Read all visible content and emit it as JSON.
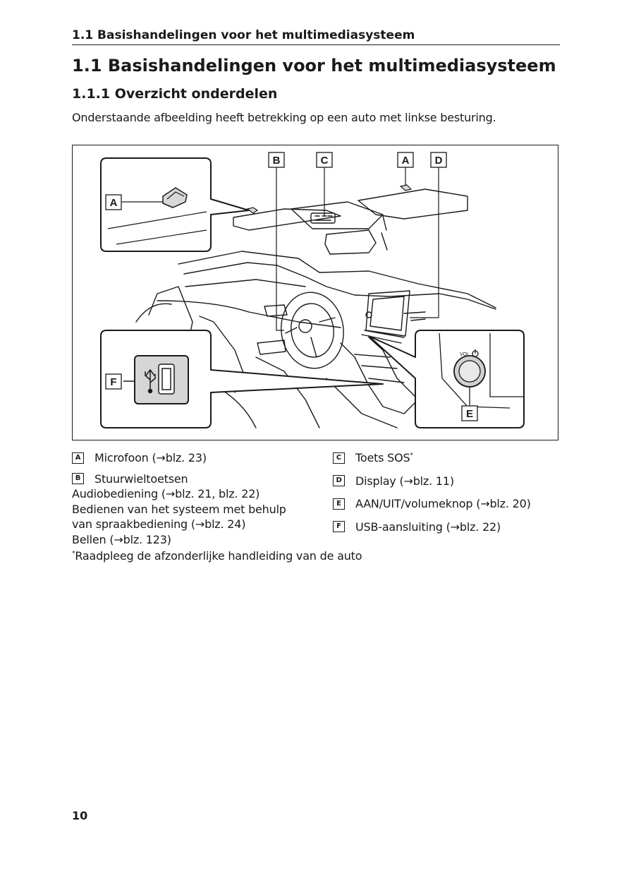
{
  "header": {
    "running_title": "1.1  Basishandelingen voor het multimediasysteem"
  },
  "section": {
    "title": "1.1  Basishandelingen voor het multimediasysteem",
    "subsection_title": "1.1.1  Overzicht onderdelen",
    "intro": "Onderstaande afbeelding heeft betrekking op een auto met linkse besturing."
  },
  "figure": {
    "callouts": {
      "A": "A",
      "B": "B",
      "C": "C",
      "D": "D",
      "E": "E",
      "F": "F"
    },
    "knob_label": "VOL"
  },
  "legend": {
    "left": [
      {
        "key": "A",
        "lines": [
          "Microfoon (→blz. 23)"
        ]
      },
      {
        "key": "B",
        "lines": [
          "Stuurwieltoetsen",
          "Audiobediening (→blz. 21, blz. 22)",
          "Bedienen van het systeem met behulp",
          "van spraakbediening (→blz. 24)",
          "Bellen (→blz. 123)"
        ]
      }
    ],
    "right": [
      {
        "key": "C",
        "label": "Toets SOS",
        "mark": "*"
      },
      {
        "key": "D",
        "label": "Display (→blz. 11)"
      },
      {
        "key": "E",
        "label": "AAN/UIT/volumeknop (→blz. 20)"
      },
      {
        "key": "F",
        "label": "USB-aansluiting (→blz. 22)"
      }
    ]
  },
  "footnote": {
    "mark": "*",
    "text": "Raadpleeg de afzonderlijke handleiding van de auto"
  },
  "page": {
    "number": "10"
  }
}
